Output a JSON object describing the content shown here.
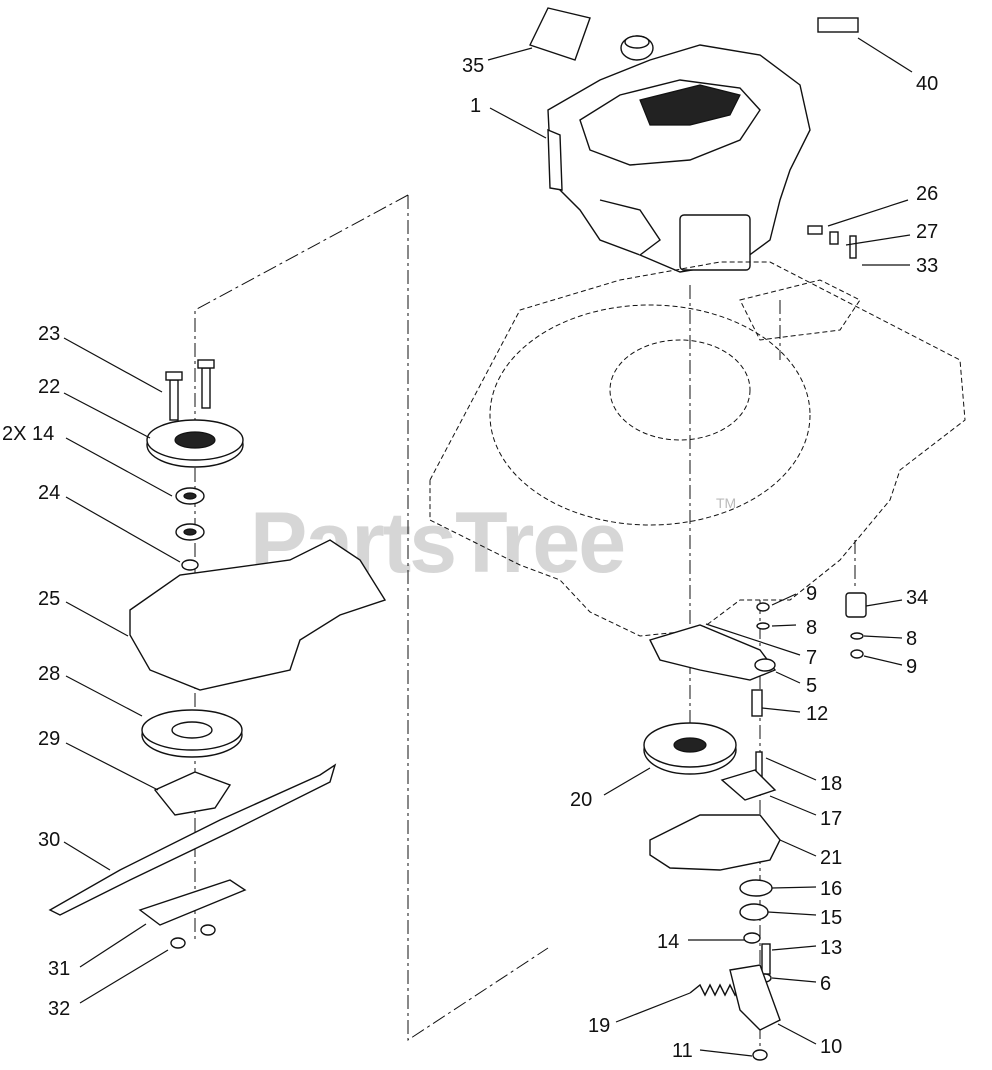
{
  "watermark": {
    "text": "PartsTree",
    "trademark": "TM"
  },
  "labels": [
    {
      "id": "35",
      "text": "35"
    },
    {
      "id": "1",
      "text": "1"
    },
    {
      "id": "40",
      "text": "40"
    },
    {
      "id": "26",
      "text": "26"
    },
    {
      "id": "27",
      "text": "27"
    },
    {
      "id": "33",
      "text": "33"
    },
    {
      "id": "23",
      "text": "23"
    },
    {
      "id": "22",
      "text": "22"
    },
    {
      "id": "2x14",
      "text": "2X 14"
    },
    {
      "id": "24",
      "text": "24"
    },
    {
      "id": "25",
      "text": "25"
    },
    {
      "id": "28",
      "text": "28"
    },
    {
      "id": "29",
      "text": "29"
    },
    {
      "id": "30",
      "text": "30"
    },
    {
      "id": "31",
      "text": "31"
    },
    {
      "id": "32",
      "text": "32"
    },
    {
      "id": "9a",
      "text": "9"
    },
    {
      "id": "8a",
      "text": "8"
    },
    {
      "id": "7",
      "text": "7"
    },
    {
      "id": "5",
      "text": "5"
    },
    {
      "id": "12",
      "text": "12"
    },
    {
      "id": "34",
      "text": "34"
    },
    {
      "id": "8b",
      "text": "8"
    },
    {
      "id": "9b",
      "text": "9"
    },
    {
      "id": "18",
      "text": "18"
    },
    {
      "id": "20",
      "text": "20"
    },
    {
      "id": "17",
      "text": "17"
    },
    {
      "id": "21",
      "text": "21"
    },
    {
      "id": "16",
      "text": "16"
    },
    {
      "id": "15",
      "text": "15"
    },
    {
      "id": "14",
      "text": "14"
    },
    {
      "id": "13",
      "text": "13"
    },
    {
      "id": "6",
      "text": "6"
    },
    {
      "id": "19",
      "text": "19"
    },
    {
      "id": "10",
      "text": "10"
    },
    {
      "id": "11",
      "text": "11"
    }
  ]
}
